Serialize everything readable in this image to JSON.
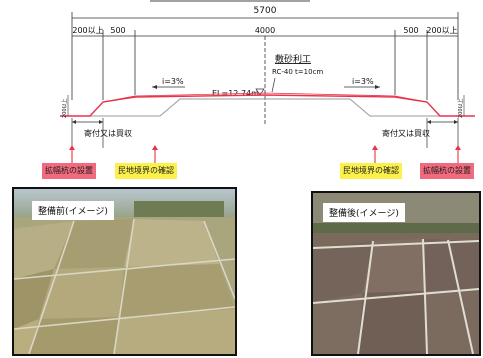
{
  "cross_section": {
    "dimensions": {
      "total": "5700",
      "left_margin": "200以上",
      "left_shoulder": "500",
      "center": "4000",
      "right_shoulder": "500",
      "right_margin": "200以上"
    },
    "pavement_title": "敷砂利工",
    "pavement_spec": "RC-40 t=10cm",
    "slope_left": "i=3%",
    "slope_right": "i=3%",
    "elevation": "EL=12.74m",
    "height_mark": "200以上",
    "height_mark_right": "200以上",
    "donation_left": "寄付又は買収",
    "donation_right": "寄付又は買収",
    "tags": {
      "widening_stake_left": "拡幅杭の設置",
      "boundary_check_left": "民地境界の確認",
      "boundary_check_right": "民地境界の確認",
      "widening_stake_right": "拡幅杭の設置"
    }
  },
  "photos": {
    "before_label": "整備前(イメージ)",
    "after_label": "整備後(イメージ)"
  },
  "colors": {
    "road_line": "#e8334a",
    "tag_red": "#f26a7e",
    "tag_yellow": "#fbf04c"
  }
}
